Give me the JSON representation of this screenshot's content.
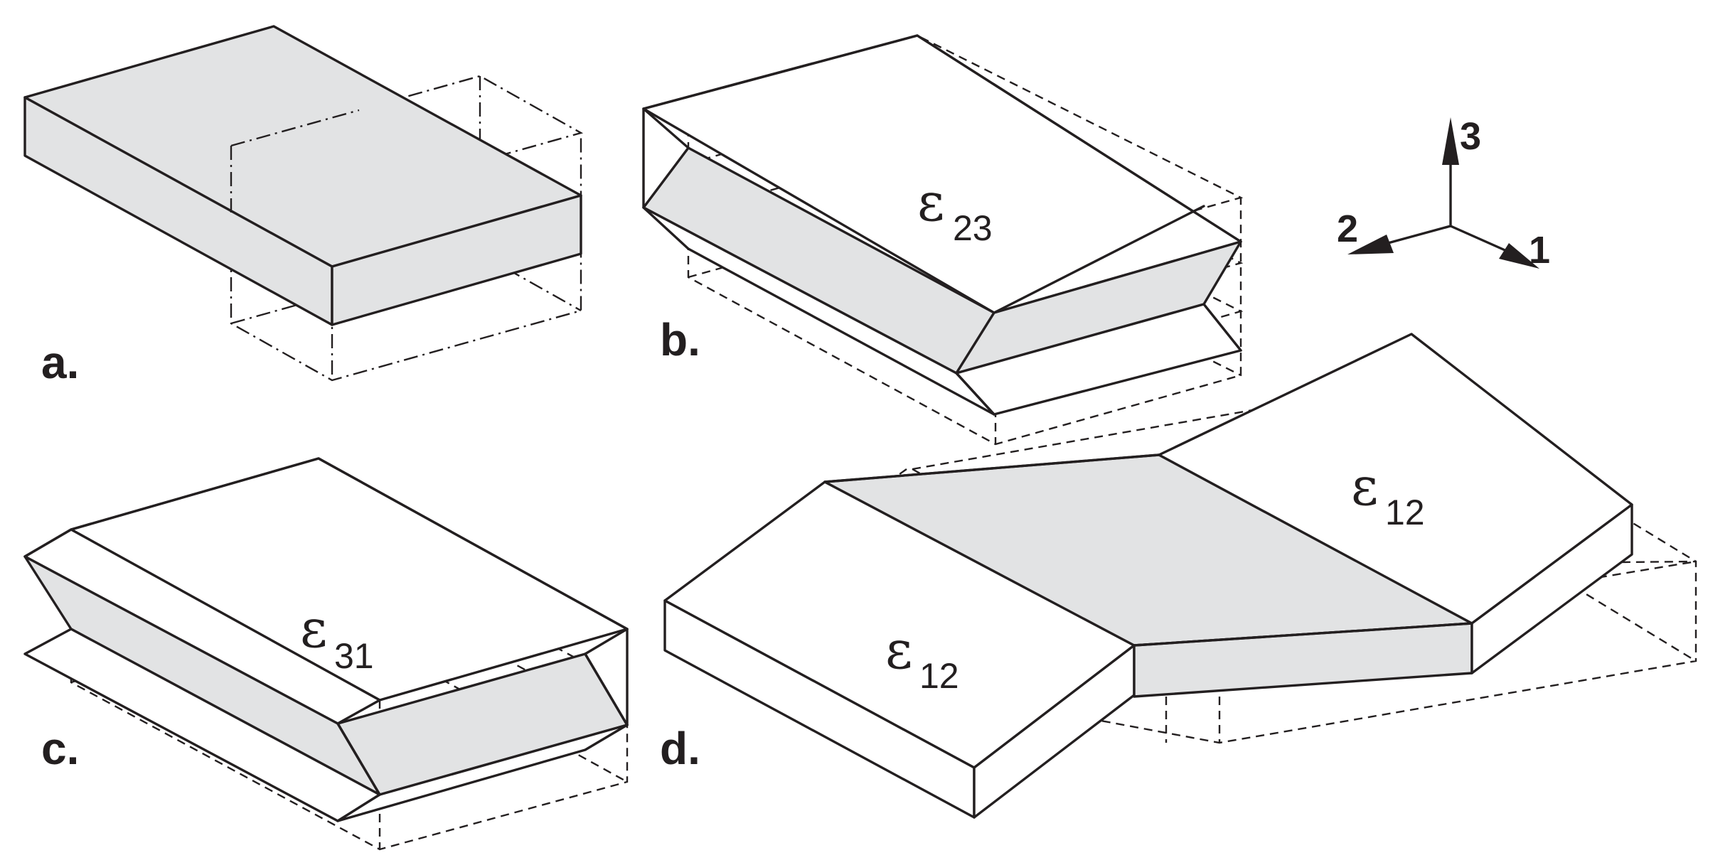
{
  "panels": {
    "a": {
      "label": "a."
    },
    "b": {
      "label": "b.",
      "strain_symbol": "ε",
      "strain_subscript": "23"
    },
    "c": {
      "label": "c.",
      "strain_symbol": "ε",
      "strain_subscript": "31"
    },
    "d": {
      "label": "d.",
      "strain_symbol": "ε",
      "strain_subscript": "12",
      "strain_symbol_2": "ε",
      "strain_subscript_2": "12"
    }
  },
  "axes": {
    "axis_1": "1",
    "axis_2": "2",
    "axis_3": "3"
  },
  "colors": {
    "line": "#231f20",
    "shaded_face": "#e2e3e4",
    "background": "#ffffff"
  }
}
